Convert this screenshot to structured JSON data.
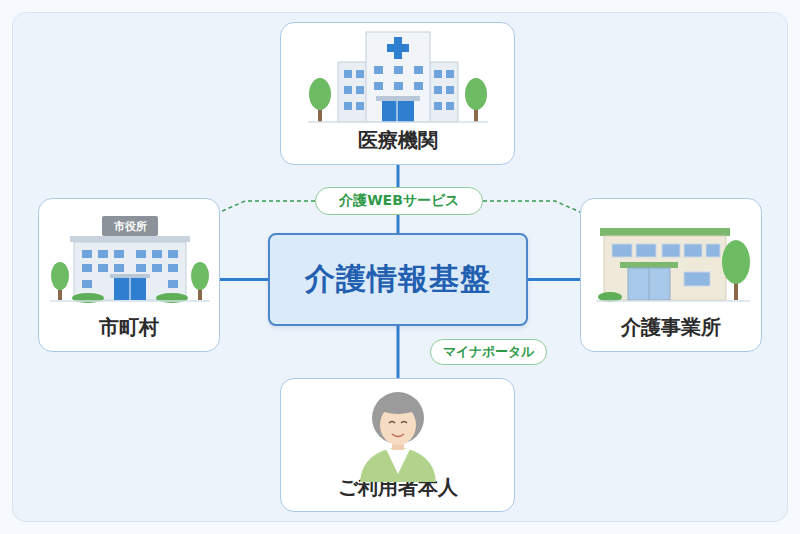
{
  "diagram": {
    "nodes": [
      {
        "text": [
          "医療機関"
        ]
      },
      {
        "text": [
          "介護WEBサービス"
        ]
      },
      {
        "text": [
          "市町村"
        ]
      },
      {
        "text": [
          "介護情報基盤"
        ]
      },
      {
        "text": [
          "介護事業所"
        ]
      },
      {
        "text": [
          "ご利用者本人"
        ]
      }
    ],
    "edges": [
      {
        "from": 3,
        "to": 0,
        "arrow": "none"
      },
      {
        "from": 3,
        "to": 2,
        "arrow": "none"
      },
      {
        "from": 3,
        "to": 4,
        "arrow": "none"
      },
      {
        "from": 3,
        "to": 5,
        "label": "マイナポータル",
        "arrow": "none"
      },
      {
        "from": 1,
        "to": 2,
        "arrow": "none"
      },
      {
        "from": 1,
        "to": 4,
        "arrow": "none"
      }
    ],
    "labels": [
      "市役所"
    ]
  }
}
